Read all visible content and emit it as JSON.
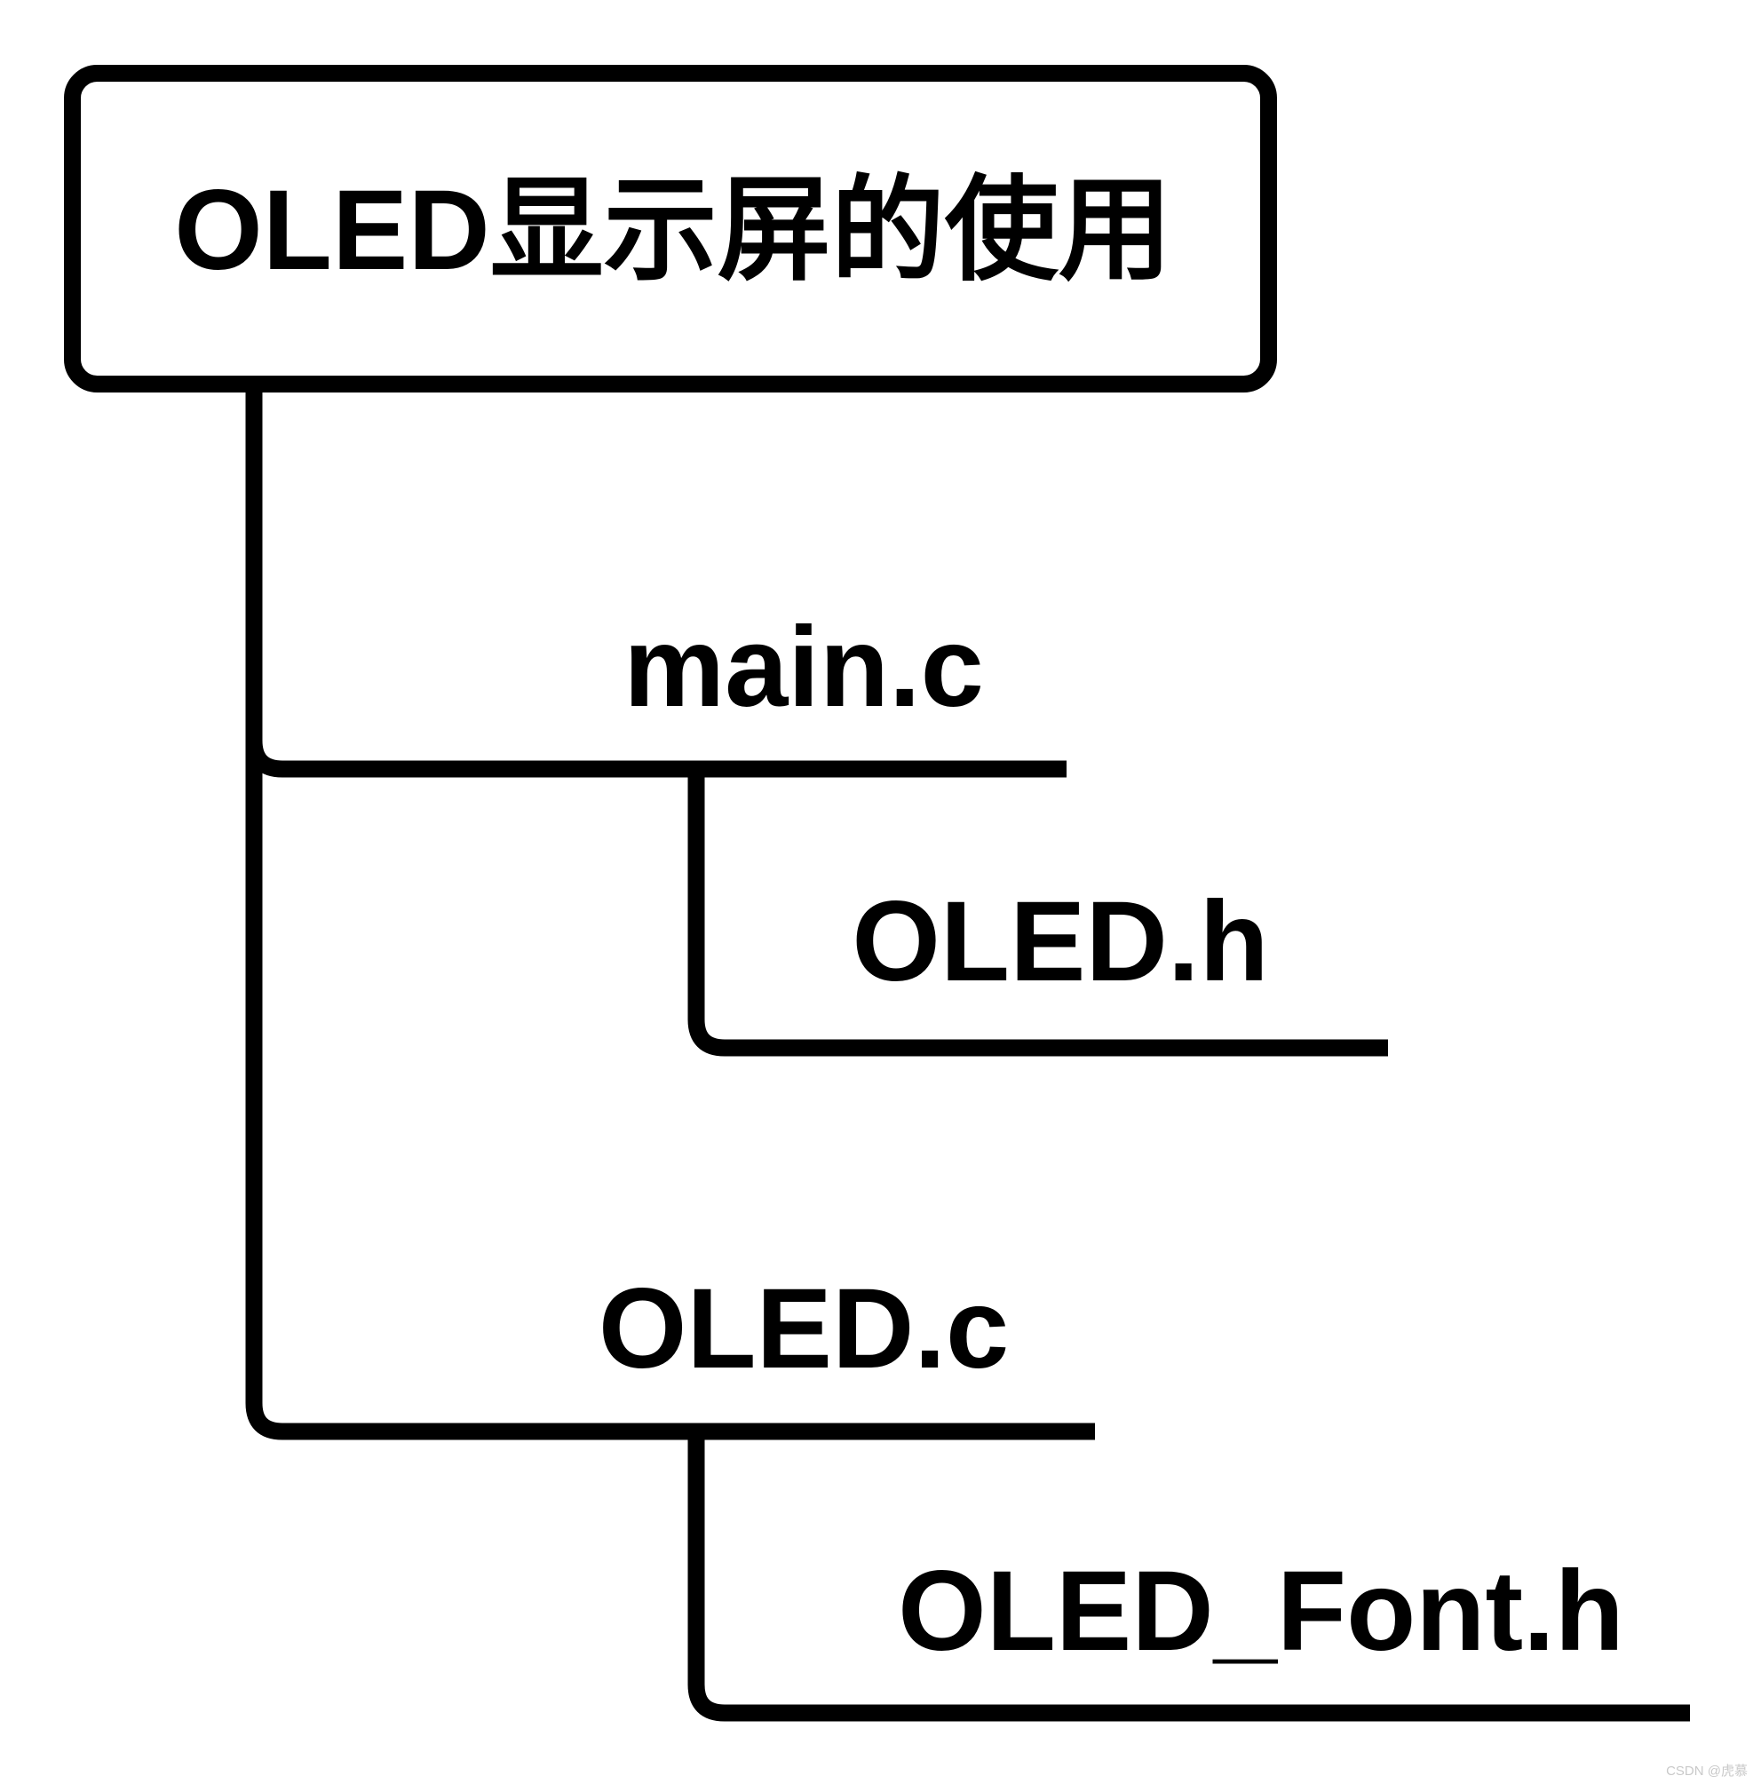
{
  "tree": {
    "root": {
      "label": "OLED显示屏的使用"
    },
    "children": [
      {
        "label": "main.c",
        "children": [
          {
            "label": "OLED.h"
          }
        ]
      },
      {
        "label": "OLED.c",
        "children": [
          {
            "label": "OLED_Font.h"
          }
        ]
      }
    ]
  },
  "watermark": {
    "text": "CSDN @虎慕"
  },
  "colors": {
    "line": "#000000",
    "text": "#000000",
    "box_fill": "#ffffff",
    "watermark": "#c9c9c9",
    "background": "#ffffff"
  }
}
